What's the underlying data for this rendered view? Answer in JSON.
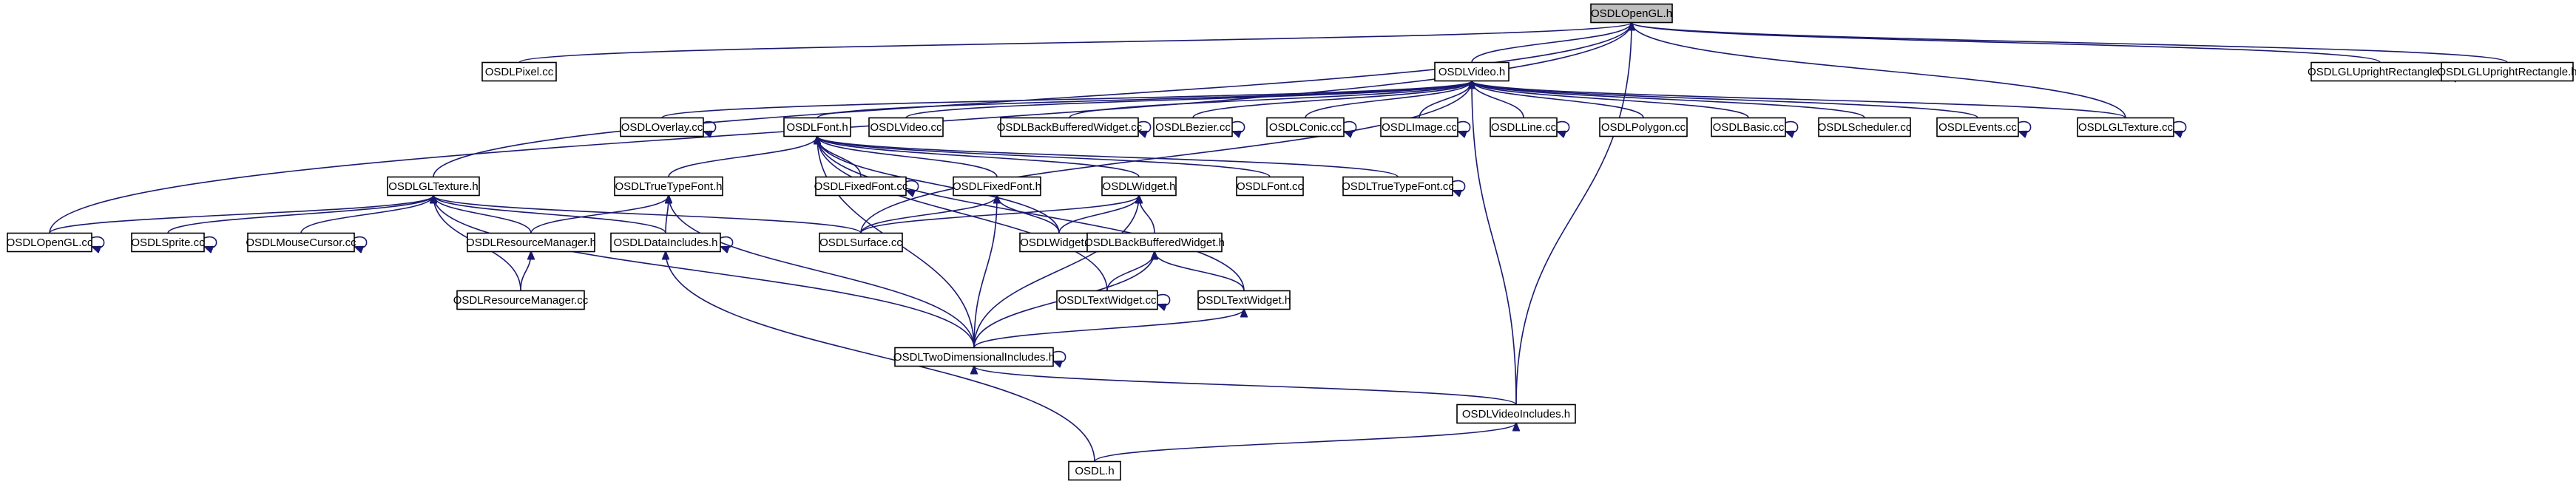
{
  "graph": {
    "root": "OSDLOpenGL.h",
    "nodes": [
      {
        "id": "opengl_h",
        "label": "OSDLOpenGL.h",
        "root": true
      },
      {
        "id": "pixel_cc",
        "label": "OSDLPixel.cc"
      },
      {
        "id": "video_h",
        "label": "OSDLVideo.h"
      },
      {
        "id": "glupright_cc",
        "label": "OSDLGLUprightRectangle.cc"
      },
      {
        "id": "glupright_h",
        "label": "OSDLGLUprightRectangle.h"
      },
      {
        "id": "overlay_cc",
        "label": "OSDLOverlay.cc"
      },
      {
        "id": "font_h",
        "label": "OSDLFont.h"
      },
      {
        "id": "video_cc",
        "label": "OSDLVideo.cc"
      },
      {
        "id": "bbwidget_cc",
        "label": "OSDLBackBufferedWidget.cc"
      },
      {
        "id": "bezier_cc",
        "label": "OSDLBezier.cc"
      },
      {
        "id": "conic_cc",
        "label": "OSDLConic.cc"
      },
      {
        "id": "image_cc",
        "label": "OSDLImage.cc"
      },
      {
        "id": "line_cc",
        "label": "OSDLLine.cc"
      },
      {
        "id": "polygon_cc",
        "label": "OSDLPolygon.cc"
      },
      {
        "id": "basic_cc",
        "label": "OSDLBasic.cc"
      },
      {
        "id": "scheduler_cc",
        "label": "OSDLScheduler.cc"
      },
      {
        "id": "events_cc",
        "label": "OSDLEvents.cc"
      },
      {
        "id": "gltexture_cc",
        "label": "OSDLGLTexture.cc"
      },
      {
        "id": "gltexture_h",
        "label": "OSDLGLTexture.h"
      },
      {
        "id": "ttfont_h",
        "label": "OSDLTrueTypeFont.h"
      },
      {
        "id": "fixedfont_cc",
        "label": "OSDLFixedFont.cc"
      },
      {
        "id": "fixedfont_h",
        "label": "OSDLFixedFont.h"
      },
      {
        "id": "widget_h",
        "label": "OSDLWidget.h"
      },
      {
        "id": "font_cc",
        "label": "OSDLFont.cc"
      },
      {
        "id": "ttfont_cc",
        "label": "OSDLTrueTypeFont.cc"
      },
      {
        "id": "opengl_cc",
        "label": "OSDLOpenGL.cc"
      },
      {
        "id": "sprite_cc",
        "label": "OSDLSprite.cc"
      },
      {
        "id": "mousecursor_cc",
        "label": "OSDLMouseCursor.cc"
      },
      {
        "id": "resmgr_h",
        "label": "OSDLResourceManager.h"
      },
      {
        "id": "dataincludes_h",
        "label": "OSDLDataIncludes.h"
      },
      {
        "id": "surface_cc",
        "label": "OSDLSurface.cc"
      },
      {
        "id": "widget_cc",
        "label": "OSDLWidget.cc"
      },
      {
        "id": "bbwidget_h",
        "label": "OSDLBackBufferedWidget.h"
      },
      {
        "id": "resmgr_cc",
        "label": "OSDLResourceManager.cc"
      },
      {
        "id": "textwidget_cc",
        "label": "OSDLTextWidget.cc"
      },
      {
        "id": "textwidget_h",
        "label": "OSDLTextWidget.h"
      },
      {
        "id": "twodim_h",
        "label": "OSDLTwoDimensionalIncludes.h"
      },
      {
        "id": "videoincludes_h",
        "label": "OSDLVideoIncludes.h"
      },
      {
        "id": "osdl_h",
        "label": "OSDL.h"
      }
    ],
    "edges": [
      {
        "from": "pixel_cc",
        "to": "opengl_h"
      },
      {
        "from": "video_h",
        "to": "opengl_h"
      },
      {
        "from": "glupright_cc",
        "to": "opengl_h"
      },
      {
        "from": "glupright_h",
        "to": "opengl_h"
      },
      {
        "from": "gltexture_h",
        "to": "opengl_h"
      },
      {
        "from": "opengl_cc",
        "to": "opengl_h"
      },
      {
        "from": "gltexture_cc",
        "to": "opengl_h"
      },
      {
        "from": "videoincludes_h",
        "to": "opengl_h"
      },
      {
        "from": "overlay_cc",
        "to": "video_h"
      },
      {
        "from": "font_h",
        "to": "video_h"
      },
      {
        "from": "video_cc",
        "to": "video_h"
      },
      {
        "from": "bbwidget_cc",
        "to": "video_h"
      },
      {
        "from": "bezier_cc",
        "to": "video_h"
      },
      {
        "from": "conic_cc",
        "to": "video_h"
      },
      {
        "from": "image_cc",
        "to": "video_h"
      },
      {
        "from": "line_cc",
        "to": "video_h"
      },
      {
        "from": "polygon_cc",
        "to": "video_h"
      },
      {
        "from": "basic_cc",
        "to": "video_h"
      },
      {
        "from": "scheduler_cc",
        "to": "video_h"
      },
      {
        "from": "events_cc",
        "to": "video_h"
      },
      {
        "from": "gltexture_cc",
        "to": "video_h"
      },
      {
        "from": "surface_cc",
        "to": "video_h"
      },
      {
        "from": "videoincludes_h",
        "to": "video_h"
      },
      {
        "from": "ttfont_h",
        "to": "font_h"
      },
      {
        "from": "fixedfont_cc",
        "to": "font_h"
      },
      {
        "from": "fixedfont_h",
        "to": "font_h"
      },
      {
        "from": "widget_h",
        "to": "font_h"
      },
      {
        "from": "font_cc",
        "to": "font_h"
      },
      {
        "from": "ttfont_cc",
        "to": "font_h"
      },
      {
        "from": "widget_cc",
        "to": "font_h"
      },
      {
        "from": "textwidget_cc",
        "to": "font_h"
      },
      {
        "from": "textwidget_h",
        "to": "font_h"
      },
      {
        "from": "twodim_h",
        "to": "font_h"
      },
      {
        "from": "opengl_cc",
        "to": "gltexture_h"
      },
      {
        "from": "sprite_cc",
        "to": "gltexture_h"
      },
      {
        "from": "mousecursor_cc",
        "to": "gltexture_h"
      },
      {
        "from": "resmgr_h",
        "to": "gltexture_h"
      },
      {
        "from": "dataincludes_h",
        "to": "gltexture_h"
      },
      {
        "from": "surface_cc",
        "to": "gltexture_h"
      },
      {
        "from": "resmgr_cc",
        "to": "gltexture_h"
      },
      {
        "from": "twodim_h",
        "to": "gltexture_h"
      },
      {
        "from": "resmgr_h",
        "to": "ttfont_h"
      },
      {
        "from": "dataincludes_h",
        "to": "ttfont_h"
      },
      {
        "from": "twodim_h",
        "to": "ttfont_h"
      },
      {
        "from": "surface_cc",
        "to": "fixedfont_h"
      },
      {
        "from": "widget_cc",
        "to": "fixedfont_h"
      },
      {
        "from": "twodim_h",
        "to": "fixedfont_h"
      },
      {
        "from": "surface_cc",
        "to": "widget_h"
      },
      {
        "from": "widget_cc",
        "to": "widget_h"
      },
      {
        "from": "bbwidget_h",
        "to": "widget_h"
      },
      {
        "from": "twodim_h",
        "to": "widget_h"
      },
      {
        "from": "resmgr_cc",
        "to": "resmgr_h"
      },
      {
        "from": "osdl_h",
        "to": "dataincludes_h"
      },
      {
        "from": "textwidget_cc",
        "to": "bbwidget_h"
      },
      {
        "from": "textwidget_h",
        "to": "bbwidget_h"
      },
      {
        "from": "twodim_h",
        "to": "bbwidget_h"
      },
      {
        "from": "twodim_h",
        "to": "textwidget_h"
      },
      {
        "from": "videoincludes_h",
        "to": "twodim_h"
      },
      {
        "from": "osdl_h",
        "to": "videoincludes_h"
      }
    ],
    "self_loops": [
      "glupright_cc",
      "overlay_cc",
      "bbwidget_cc",
      "bezier_cc",
      "conic_cc",
      "image_cc",
      "line_cc",
      "basic_cc",
      "events_cc",
      "gltexture_cc",
      "fixedfont_cc",
      "ttfont_cc",
      "opengl_cc",
      "sprite_cc",
      "mousecursor_cc",
      "dataincludes_h",
      "textwidget_cc",
      "twodim_h"
    ]
  }
}
